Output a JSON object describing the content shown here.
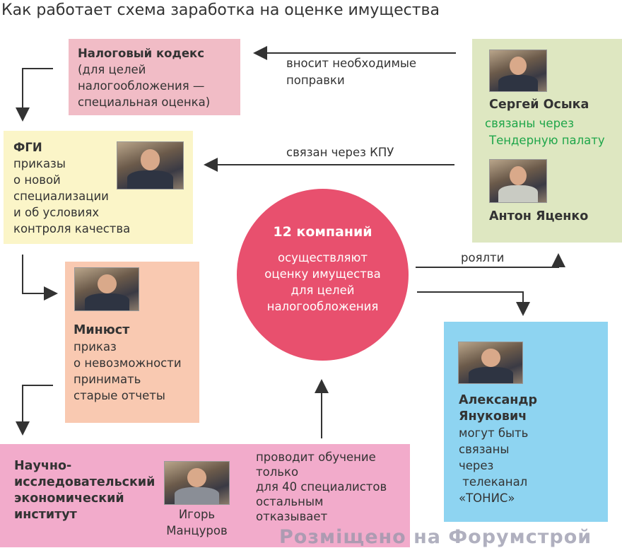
{
  "title": "Как работает схема заработка на оценке имущества",
  "tax_code": {
    "name": "Налоговый кодекс",
    "lines": [
      "(для целей",
      "налогообложения —",
      "специальная оценка)"
    ]
  },
  "fgi": {
    "name": "ФГИ",
    "lines": [
      "приказы",
      "о новой",
      "специализации",
      "и об условиях",
      "контроля качества"
    ]
  },
  "minjust": {
    "name": "Минюст",
    "lines": [
      "приказ",
      "о невозможности",
      "принимать",
      "старые отчеты"
    ]
  },
  "institute": {
    "name_lines": [
      "Научно-",
      "исследовательский",
      "экономический",
      "институт"
    ],
    "person": [
      "Игорь",
      "Манцуров"
    ],
    "lines": [
      "проводит обучение",
      "только",
      "для 40 специалистов",
      "остальным",
      "отказывает"
    ]
  },
  "center": {
    "headline": "12 компаний",
    "lines": [
      "осуществляют",
      "оценку имущества",
      "для целей",
      "налогообложения"
    ]
  },
  "green": {
    "person1": "Сергей Осыка",
    "link_lines": [
      "связаны через",
      "Тендерную палату"
    ],
    "person2": "Антон Яценко",
    "link_color": "#1fa64a"
  },
  "blue": {
    "name_lines": [
      "Александр",
      "Янукович"
    ],
    "lines": [
      "могут быть",
      "связаны",
      "через",
      " телеканал",
      "«ТОНИС»"
    ]
  },
  "arrows": {
    "amendments": [
      "вносит необходимые",
      "поправки"
    ],
    "kpu": "связан через КПУ",
    "royalty": "роялти"
  },
  "watermark": "Розміщено на Форумстрой",
  "colors": {
    "tax": "#f1bcc6",
    "fgi": "#fbf5c8",
    "minjust": "#f9c9b1",
    "green": "#dee7c1",
    "blue": "#8ed4f1",
    "institute": "#f2abcb",
    "circle": "#e8506e"
  }
}
